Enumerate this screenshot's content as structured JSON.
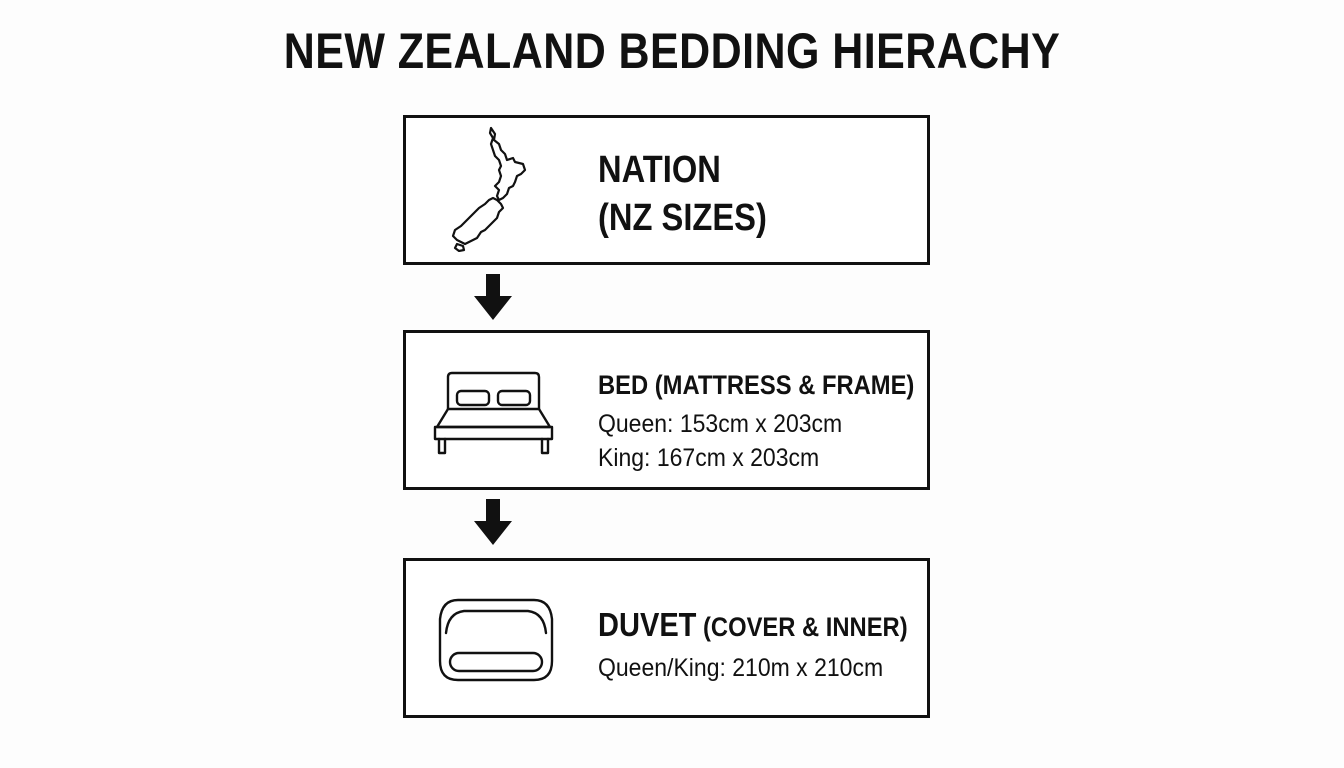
{
  "title": "NEW ZEALAND BEDDING HIERACHY",
  "levels": [
    {
      "icon": "new-zealand-map-icon",
      "line1": "NATION",
      "line2": "(NZ SIZES)"
    },
    {
      "icon": "bed-icon",
      "heading": "BED (MATTRESS & FRAME)",
      "details": [
        "Queen: 153cm x 203cm",
        "King: 167cm x 203cm"
      ]
    },
    {
      "icon": "duvet-icon",
      "heading_main": "DUVET",
      "heading_sub": " (COVER & INNER)",
      "details": [
        "Queen/King: 210m x 210cm"
      ]
    }
  ],
  "arrows": [
    "down-arrow-icon",
    "down-arrow-icon"
  ],
  "colors": {
    "stroke": "#111111",
    "background": "#fdfdfd"
  }
}
